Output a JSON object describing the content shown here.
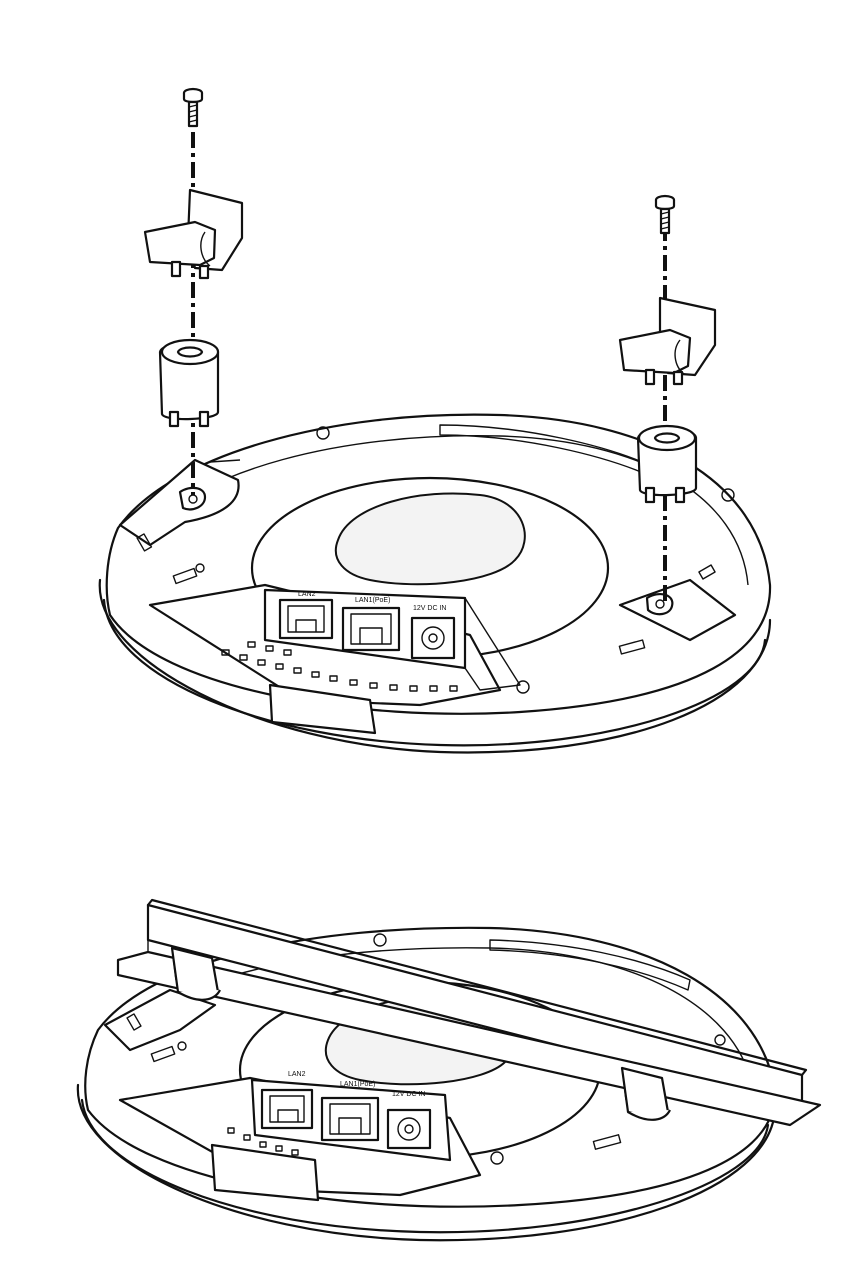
{
  "figure_top": {
    "port_labels": {
      "lan2": "LAN2",
      "lan1": "LAN1(PoE)",
      "dc": "12V DC IN"
    }
  },
  "figure_bottom": {
    "port_labels": {
      "lan2": "LAN2",
      "lan1": "LAN1(PoE)",
      "dc": "12V DC IN"
    }
  }
}
